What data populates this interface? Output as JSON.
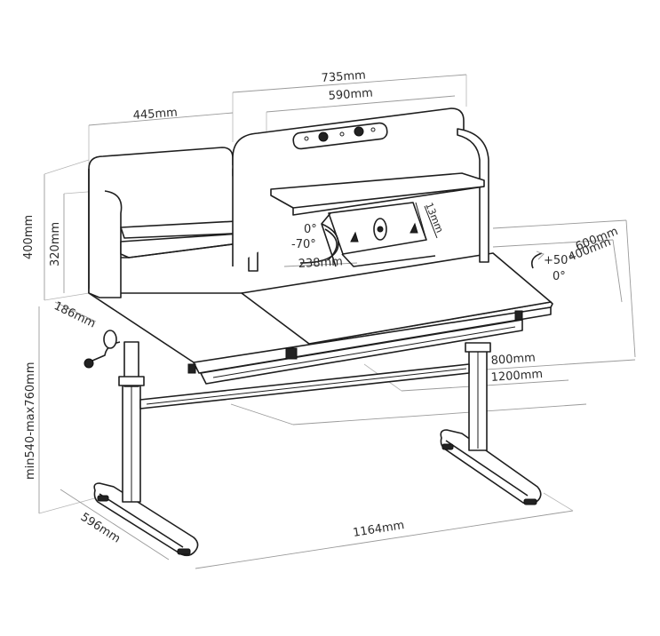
{
  "dimensions": {
    "overall_width": "735mm",
    "shelf_width": "590mm",
    "side_cabinet_width": "445mm",
    "side_height": "400mm",
    "side_shelf_height": "320mm",
    "side_depth": "186mm",
    "height_range": "min540-max760mm",
    "base_depth": "596mm",
    "base_width": "1164mm",
    "desk_depth": "600mm",
    "desk_tilt_depth": "400mm",
    "top_width_small": "800mm",
    "top_width_total": "1200mm",
    "shelf_insert": "238mm",
    "holder_height": "13mm"
  },
  "angles": {
    "shelf_tilt_top": "0°",
    "shelf_tilt_bottom": "-70°",
    "desk_tilt_max": "+50°",
    "desk_tilt_min": "0°"
  }
}
